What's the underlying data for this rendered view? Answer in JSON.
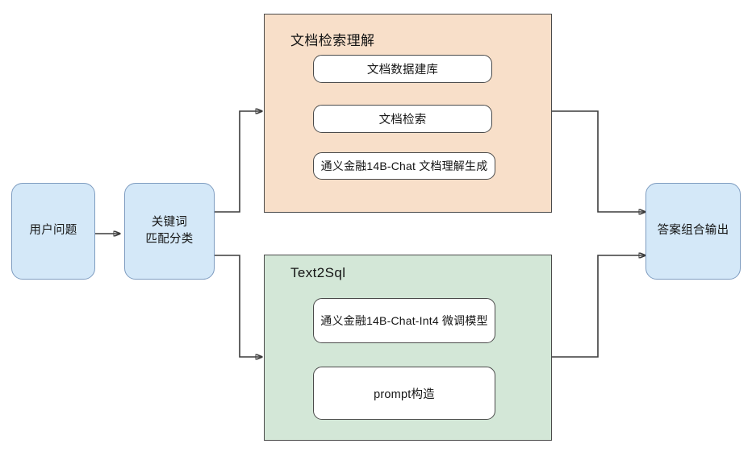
{
  "diagram": {
    "title_visible": false,
    "colors": {
      "node_fill": "#d4e8f8",
      "node_stroke": "#7e9cc0",
      "group_orange_fill": "#f8dfc9",
      "group_green_fill": "#d3e7d7",
      "group_stroke": "#4a4a4a",
      "box_fill": "#ffffff",
      "box_stroke": "#4a4a4a",
      "connector_stroke": "#3c3c3c"
    },
    "nodes": {
      "user_question": {
        "label": "用户问题"
      },
      "keyword_classify": {
        "line1": "关键词",
        "line2": "匹配分类"
      },
      "answer_output": {
        "label": "答案组合输出"
      }
    },
    "groups": [
      {
        "id": "doc-retrieval-understanding",
        "title": "文档检索理解",
        "fill": "#f8dfc9",
        "boxes": [
          {
            "id": "doc-db-build",
            "label": "文档数据建库"
          },
          {
            "id": "doc-retrieval",
            "label": "文档检索"
          },
          {
            "id": "doc-understand-gen",
            "label": "通义金融14B-Chat 文档理解生成"
          }
        ]
      },
      {
        "id": "text2sql",
        "title": "Text2Sql",
        "fill": "#d3e7d7",
        "boxes": [
          {
            "id": "finetuned-model",
            "label": "通义金融14B-Chat-Int4 微调模型"
          },
          {
            "id": "prompt-construct",
            "label": "prompt构造"
          }
        ]
      }
    ],
    "edges": [
      {
        "id": "user-to-classify",
        "from": "用户问题",
        "to": "关键词匹配分类",
        "arrow": true
      },
      {
        "id": "classify-to-doc-group",
        "from": "关键词匹配分类",
        "to": "文档检索理解",
        "arrow": true
      },
      {
        "id": "classify-to-sql-group",
        "from": "关键词匹配分类",
        "to": "Text2Sql",
        "arrow": true
      },
      {
        "id": "doc-group-to-answer",
        "from": "文档检索理解",
        "to": "答案组合输出",
        "arrow": true
      },
      {
        "id": "sql-group-to-answer",
        "from": "Text2Sql",
        "to": "答案组合输出",
        "arrow": true
      }
    ]
  }
}
